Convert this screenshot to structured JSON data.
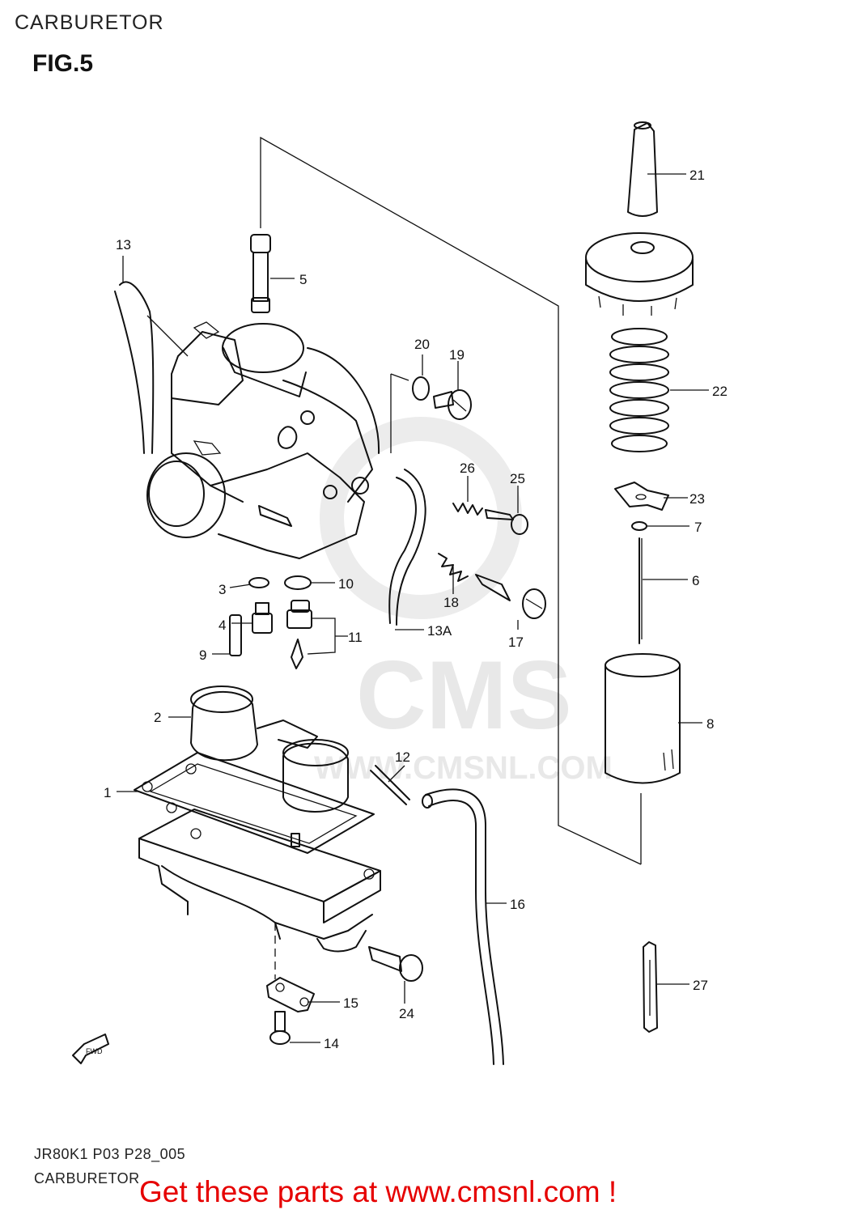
{
  "header": {
    "title": "CARBURETOR",
    "figure": "FIG.5"
  },
  "watermark": {
    "brand": "CMS",
    "url": "WWW.CMSNL.COM"
  },
  "callouts": [
    {
      "id": "c1",
      "label": "1"
    },
    {
      "id": "c2",
      "label": "2"
    },
    {
      "id": "c3",
      "label": "3"
    },
    {
      "id": "c4",
      "label": "4"
    },
    {
      "id": "c5",
      "label": "5"
    },
    {
      "id": "c6",
      "label": "6"
    },
    {
      "id": "c7",
      "label": "7"
    },
    {
      "id": "c8",
      "label": "8"
    },
    {
      "id": "c9",
      "label": "9"
    },
    {
      "id": "c10",
      "label": "10"
    },
    {
      "id": "c11",
      "label": "11"
    },
    {
      "id": "c12",
      "label": "12"
    },
    {
      "id": "c13",
      "label": "13"
    },
    {
      "id": "c13a",
      "label": "13A"
    },
    {
      "id": "c14",
      "label": "14"
    },
    {
      "id": "c15",
      "label": "15"
    },
    {
      "id": "c16",
      "label": "16"
    },
    {
      "id": "c17",
      "label": "17"
    },
    {
      "id": "c18",
      "label": "18"
    },
    {
      "id": "c19",
      "label": "19"
    },
    {
      "id": "c20",
      "label": "20"
    },
    {
      "id": "c21",
      "label": "21"
    },
    {
      "id": "c22",
      "label": "22"
    },
    {
      "id": "c23",
      "label": "23"
    },
    {
      "id": "c24",
      "label": "24"
    },
    {
      "id": "c25",
      "label": "25"
    },
    {
      "id": "c26",
      "label": "26"
    },
    {
      "id": "c27",
      "label": "27"
    }
  ],
  "fwd_label": "FWD",
  "footer": {
    "code": "JR80K1 P03 P28_005",
    "name": "CARBURETOR",
    "promo": "Get these parts at www.cmsnl.com !"
  }
}
